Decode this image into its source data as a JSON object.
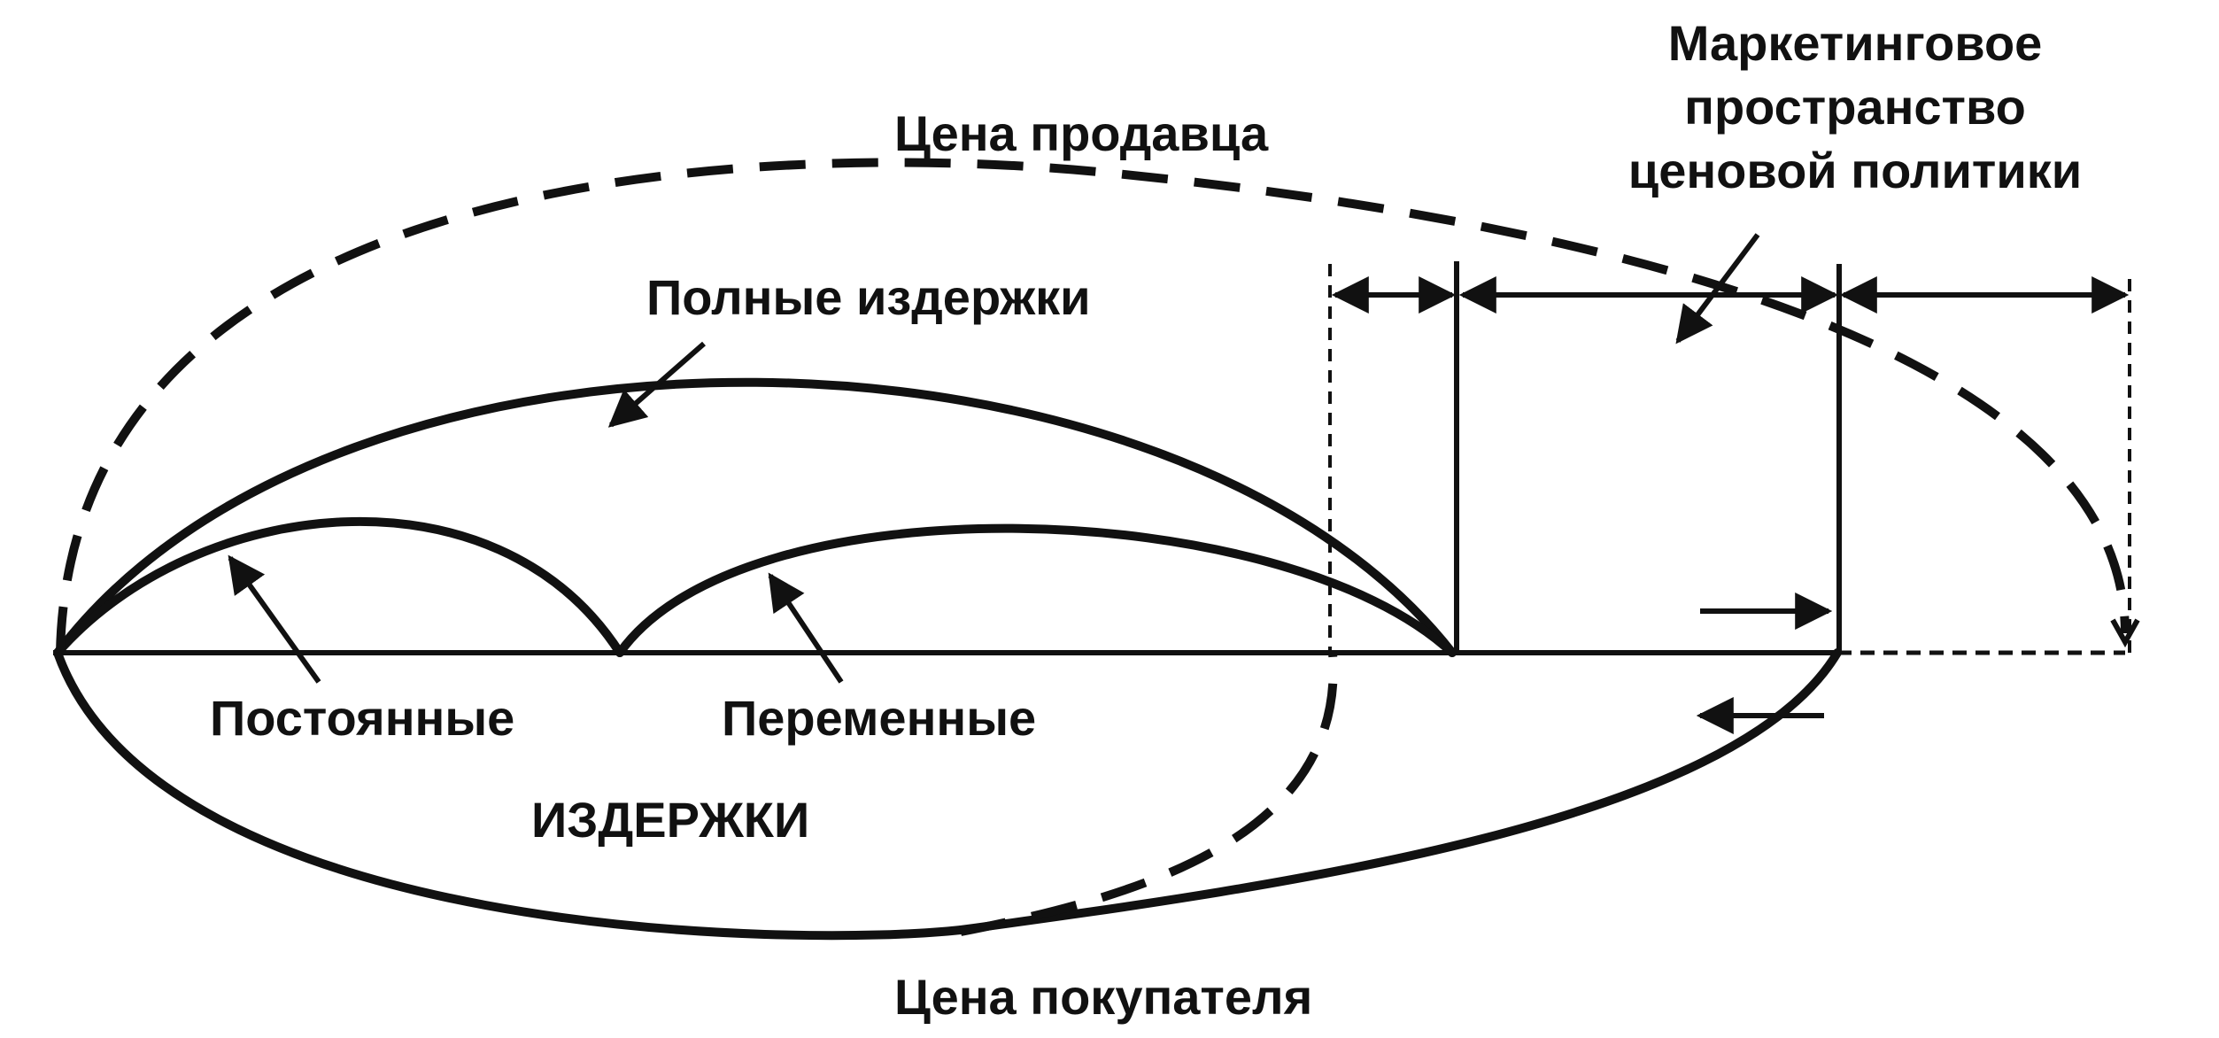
{
  "labels": {
    "marketing_space": [
      "Маркетинговое",
      "пространство",
      "ценовой политики"
    ],
    "seller_price": "Цена продавца",
    "full_costs": "Полные издержки",
    "fixed_costs": "Постоянные",
    "variable_costs": "Переменные",
    "costs": "ИЗДЕРЖКИ",
    "buyer_price": "Цена покупателя"
  },
  "colors": {
    "ink": "#111111",
    "background": "#ffffff"
  }
}
